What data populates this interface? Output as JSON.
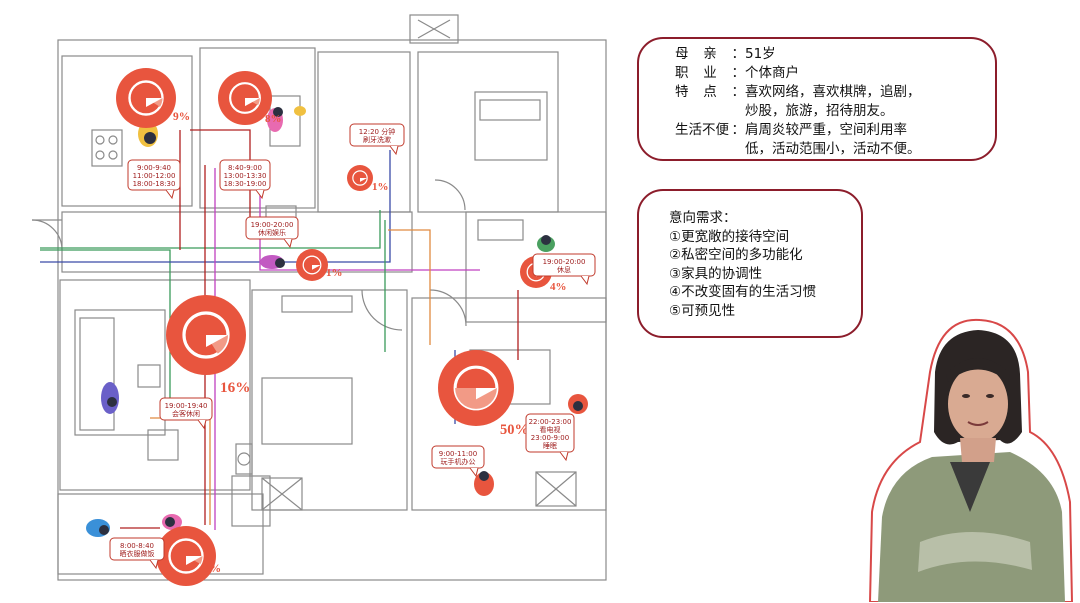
{
  "profile": {
    "rows": [
      {
        "label_chars": [
          "母",
          "亲"
        ],
        "value": "51岁"
      },
      {
        "label_chars": [
          "职",
          "业"
        ],
        "value": "个体商户"
      },
      {
        "label_chars": [
          "特",
          "点"
        ],
        "value": "喜欢网络，喜欢棋牌，追剧，",
        "cont": "炒股，旅游，招待朋友。"
      },
      {
        "label_chars": [
          "生活不便"
        ],
        "value": "肩周炎较严重，空间利用率",
        "cont": "低，活动范围小，活动不便。"
      }
    ]
  },
  "needs": {
    "title": "意向需求：",
    "items": [
      "①更宽敞的接待空间",
      "②私密空间的多功能化",
      "③家具的协调性",
      "④不改变固有的生活习惯",
      "⑤可预见性"
    ]
  },
  "plan": {
    "colors": {
      "wall": "#8a8a8a",
      "pie": "#e8553e",
      "pie_light": "#f29a86",
      "route_red": "#b02020",
      "route_green": "#3a9a5a",
      "route_blue": "#3a4aa8",
      "route_magenta": "#c040c0",
      "route_orange": "#e08a40",
      "route_gray": "#9aa6c8",
      "bubble": "#c0392b"
    },
    "zones": [
      {
        "id": "kitchen",
        "percent": "9%",
        "share": 0.09,
        "bubble": [
          "9:00-9:40",
          "11:00-12:00",
          "18:00-18:30"
        ]
      },
      {
        "id": "dining",
        "percent": "8%",
        "share": 0.08,
        "bubble": [
          "8:40-9:00",
          "13:00-13:30",
          "18:30-19:00"
        ]
      },
      {
        "id": "bath",
        "percent": "1%",
        "share": 0.01,
        "bubble": [
          "12:20 分钟",
          "刷牙洗漱"
        ]
      },
      {
        "id": "corridor",
        "percent": "1%",
        "share": 0.01,
        "bubble": [
          "19:00-20:00",
          "休闲娱乐"
        ]
      },
      {
        "id": "study",
        "percent": "4%",
        "share": 0.04,
        "bubble": [
          "19:00-20:00",
          "休息"
        ]
      },
      {
        "id": "living",
        "percent": "16%",
        "share": 0.16,
        "bubble": [
          "19:00-19:40",
          "会客休闲"
        ]
      },
      {
        "id": "bedroom",
        "percent": "50%",
        "share": 0.5,
        "bubble": [
          "22:00-23:00",
          "看电视",
          "23:00-9:00",
          "睡眠"
        ],
        "bubble2": [
          "9:00-11:00",
          "玩手机办公"
        ]
      },
      {
        "id": "balcony",
        "percent": "8%",
        "share": 0.08,
        "bubble": [
          "8:00-8:40",
          "晒衣服做饭"
        ]
      }
    ]
  }
}
